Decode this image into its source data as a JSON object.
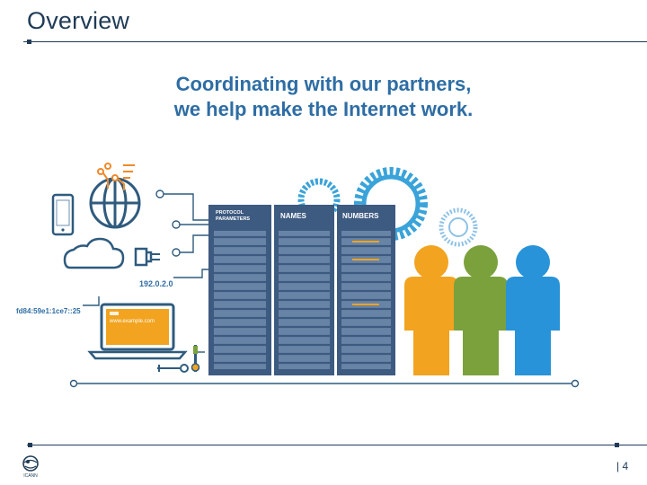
{
  "slide": {
    "title": "Overview",
    "subtitle_lines": [
      "Coordinating with our partners,",
      "we help make the Internet work."
    ],
    "page_number": "| 4",
    "logo_text": "ICANN"
  },
  "illustration": {
    "ipv4_label": "192.0.2.0",
    "ipv6_label": "fd84:59e1:1ce7::25",
    "url_label": "www.example.com",
    "registry_headers": {
      "protocol_line1": "PROTOCOL",
      "protocol_line2": "PARAMETERS",
      "names": "NAMES",
      "numbers": "NUMBERS"
    }
  },
  "colors": {
    "title": "#1f3b57",
    "subtitle": "#2e6da4",
    "server_dark": "#3d5a80",
    "server_light": "#6f8fb2",
    "person_orange": "#f2a31f",
    "person_green": "#7ba13d",
    "person_blue": "#2893d8",
    "gear_blue": "#3aa3d9",
    "gear_dark": "#1f5f8b"
  }
}
